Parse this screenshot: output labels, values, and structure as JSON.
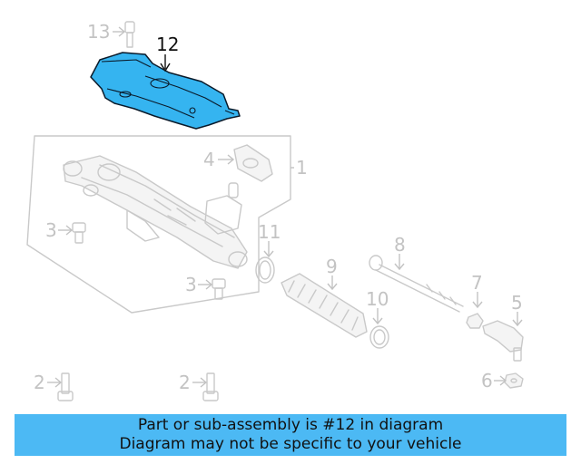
{
  "callouts": {
    "c1": "1",
    "c2a": "2",
    "c2b": "2",
    "c3a": "3",
    "c3b": "3",
    "c4": "4",
    "c5": "5",
    "c6": "6",
    "c7": "7",
    "c8": "8",
    "c9": "9",
    "c10": "10",
    "c11": "11",
    "c12": "12",
    "c13": "13"
  },
  "highlight_color": "#35b4f0",
  "banner": {
    "line1": "Part or sub-assembly is #12 in diagram",
    "line2": "Diagram may not be specific to your vehicle",
    "background": "#4cb9f4"
  }
}
